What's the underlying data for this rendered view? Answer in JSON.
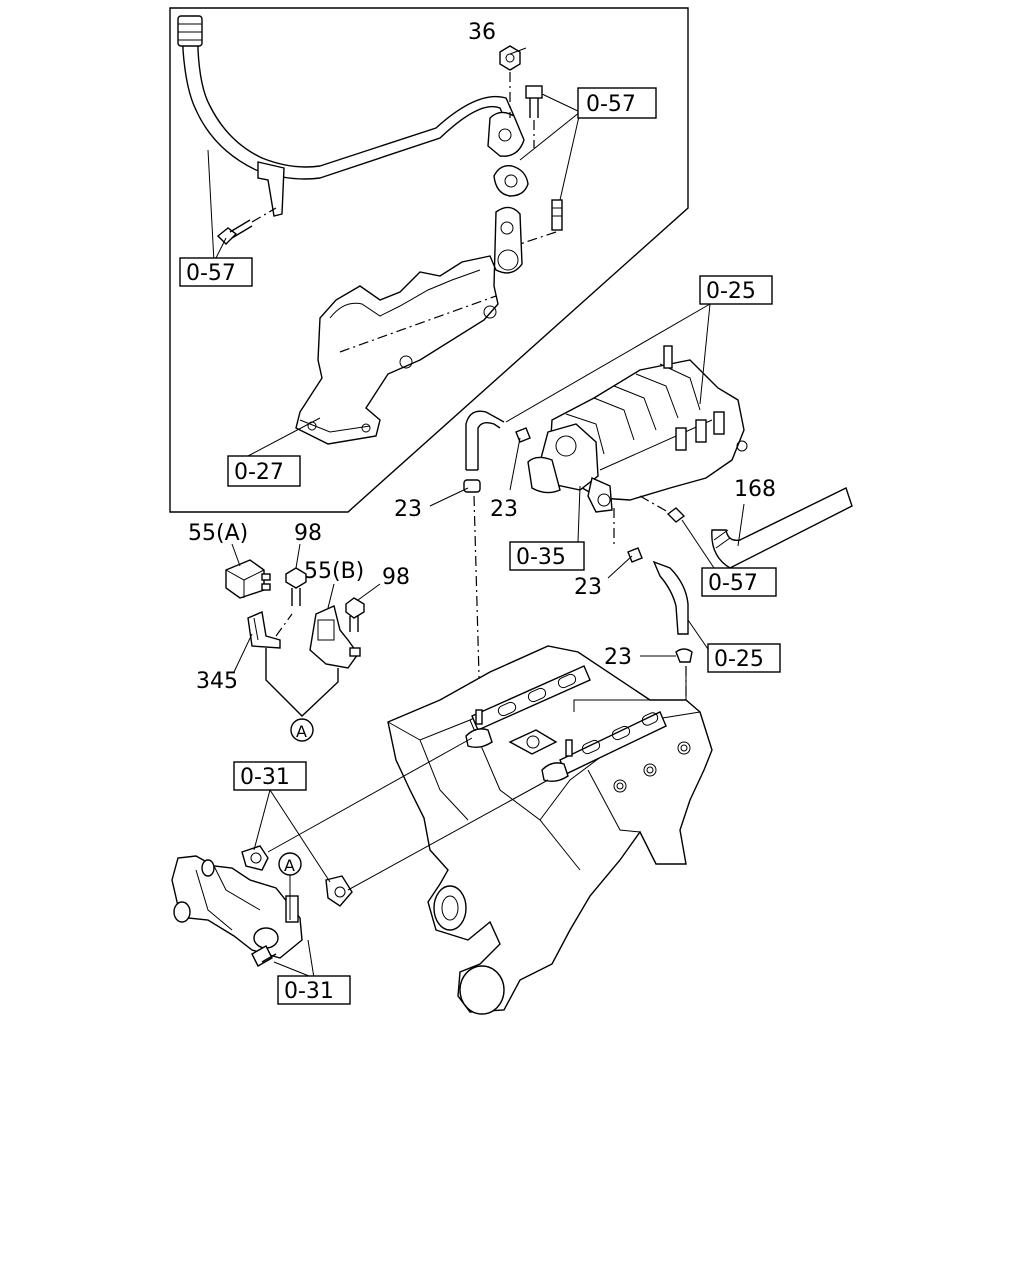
{
  "diagram": {
    "callouts": {
      "c36": "36",
      "c057_a": "0-57",
      "c057_b": "0-57",
      "c057_c": "0-57",
      "c027": "0-27",
      "c025_a": "0-25",
      "c025_b": "0-25",
      "c035": "0-35",
      "c168": "168",
      "c23_a": "23",
      "c23_b": "23",
      "c23_c": "23",
      "c23_d": "23",
      "c55a": "55(A)",
      "c55b": "55(B)",
      "c98_a": "98",
      "c98_b": "98",
      "c345": "345",
      "cA_1": "A",
      "cA_2": "A",
      "c031_a": "0-31",
      "c031_b": "0-31"
    }
  }
}
